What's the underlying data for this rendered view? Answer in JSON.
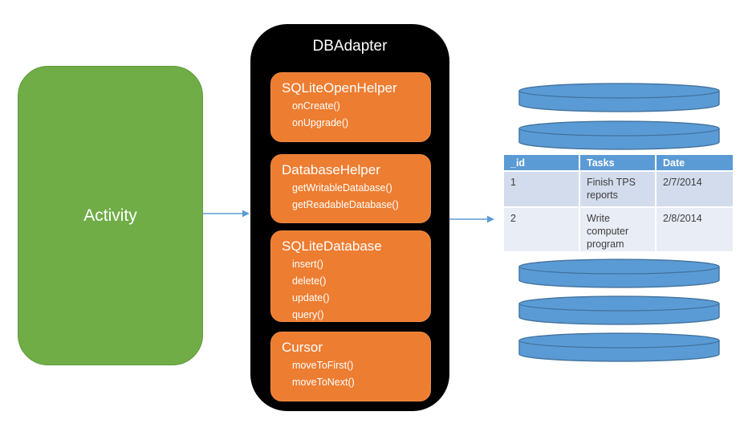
{
  "activity": {
    "label": "Activity"
  },
  "dbadapter": {
    "title": "DBAdapter",
    "components": [
      {
        "name": "SQLiteOpenHelper",
        "methods": [
          "onCreate()",
          "onUpgrade()"
        ]
      },
      {
        "name": "DatabaseHelper",
        "methods": [
          "getWritableDatabase()",
          "getReadableDatabase()"
        ]
      },
      {
        "name": "SQLiteDatabase",
        "methods": [
          "insert()",
          "delete()",
          "update()",
          "query()"
        ]
      },
      {
        "name": "Cursor",
        "methods": [
          "moveToFirst()",
          "moveToNext()"
        ]
      }
    ]
  },
  "database": {
    "disks_above_table": 2,
    "disks_below_table": 3,
    "table": {
      "headers": [
        "_id",
        "Tasks",
        "Date"
      ],
      "rows": [
        [
          "1",
          "Finish TPS reports",
          "2/7/2014"
        ],
        [
          "2",
          "Write computer program",
          "2/8/2014"
        ]
      ]
    }
  },
  "colors": {
    "activity_green": "#70AD47",
    "adapter_black": "#000000",
    "component_orange": "#ED7D31",
    "disk_blue": "#5B9BD5",
    "disk_border": "#41719C",
    "table_header_blue": "#5B9BD5",
    "table_row1": "#D3DCEC",
    "table_row2": "#E9EDF6",
    "arrow_blue": "#5B9BD5",
    "text_white": "#FFFFFF"
  }
}
